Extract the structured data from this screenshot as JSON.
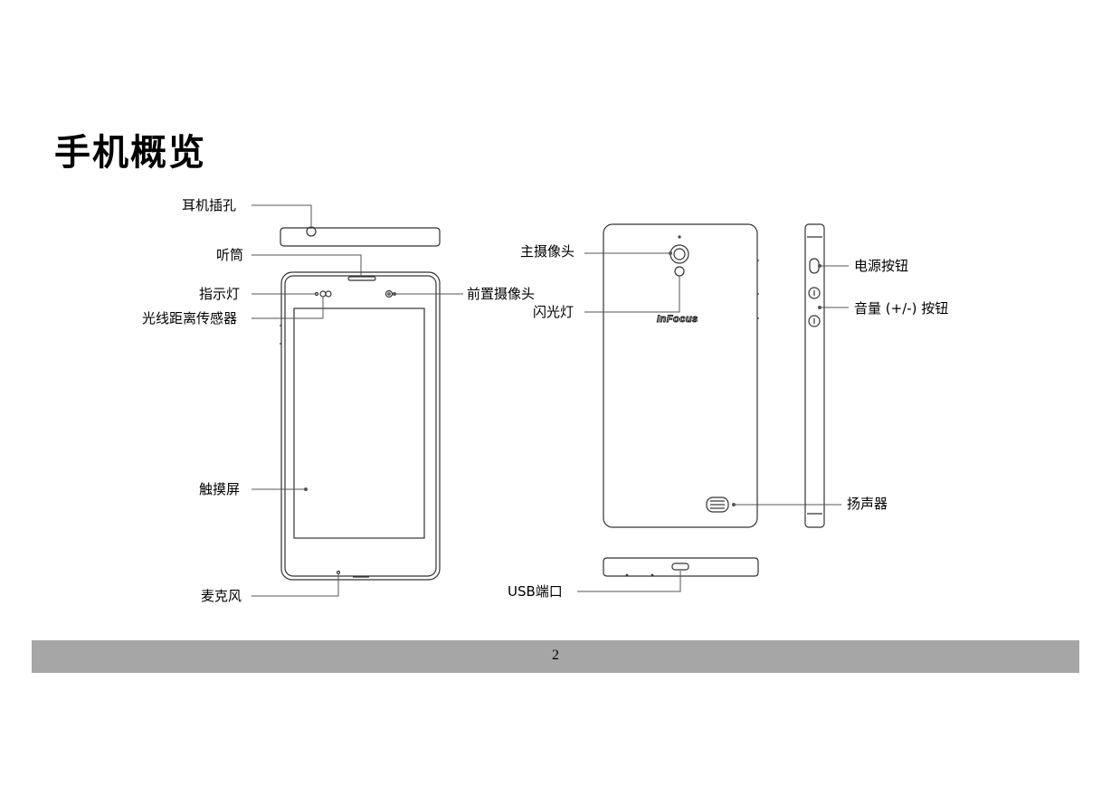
{
  "page": {
    "title": "手机概览",
    "page_number": "2"
  },
  "labels": {
    "headphone_jack": "耳机插孔",
    "earpiece": "听筒",
    "indicator": "指示灯",
    "light_sensor": "光线距离传感器",
    "touchscreen": "触摸屏",
    "microphone": "麦克风",
    "front_camera": "前置摄像头",
    "main_camera": "主摄像头",
    "flash": "闪光灯",
    "usb_port": "USB端口",
    "power_button": "电源按钮",
    "volume_button": "音量 (+/-) 按钮",
    "speaker": "扬声器"
  },
  "brand": {
    "logo_text": "InFocus"
  }
}
